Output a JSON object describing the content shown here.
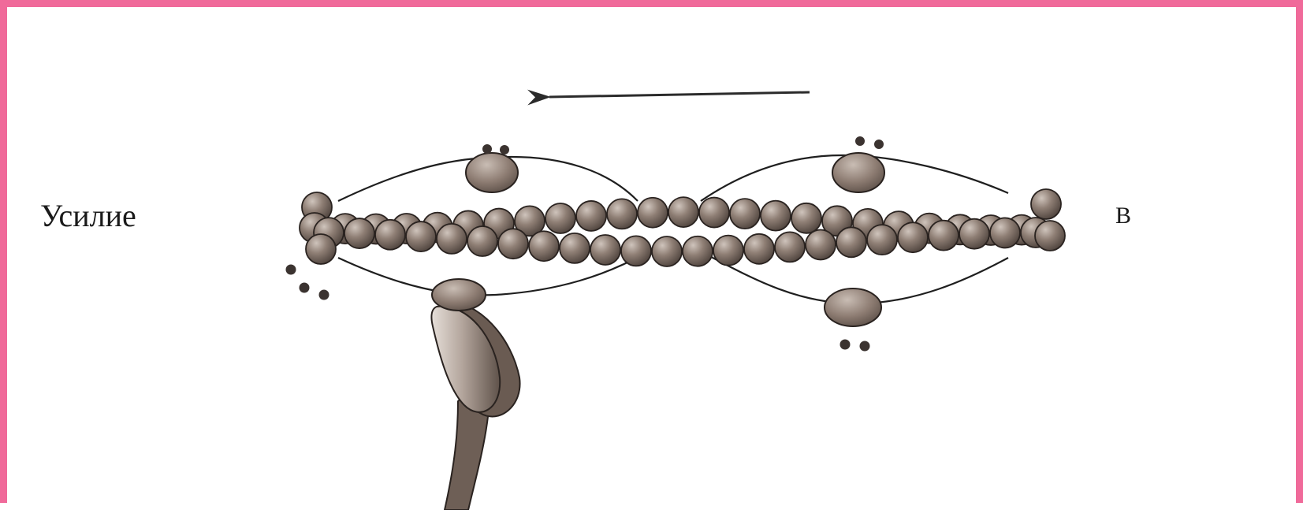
{
  "diagram": {
    "labels": {
      "force": "Усилие",
      "panel": "В"
    },
    "colors": {
      "frame": "#f06a9a",
      "bead_fill": "#8a7a70",
      "bead_stroke": "#2a2320",
      "line": "#1f1f1f",
      "arrow": "#2b2b2b"
    },
    "parts": [
      "arrow",
      "tropomyosin-strand",
      "troponin",
      "actin-filament",
      "calcium-ions",
      "myosin-head"
    ]
  }
}
